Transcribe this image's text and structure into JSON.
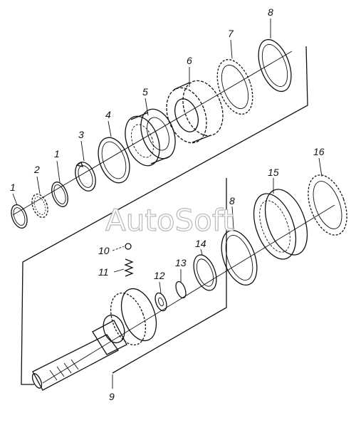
{
  "watermark": "AutoSoft",
  "labels": {
    "l1a": "1",
    "l2": "2",
    "l1b": "1",
    "l3": "3",
    "l4": "4",
    "l5": "5",
    "l6": "6",
    "l7": "7",
    "l8a": "8",
    "l16": "16",
    "l15": "15",
    "l8b": "8",
    "l14": "14",
    "l13": "13",
    "l12": "12",
    "l10": "10",
    "l11": "11",
    "l9": "9"
  }
}
